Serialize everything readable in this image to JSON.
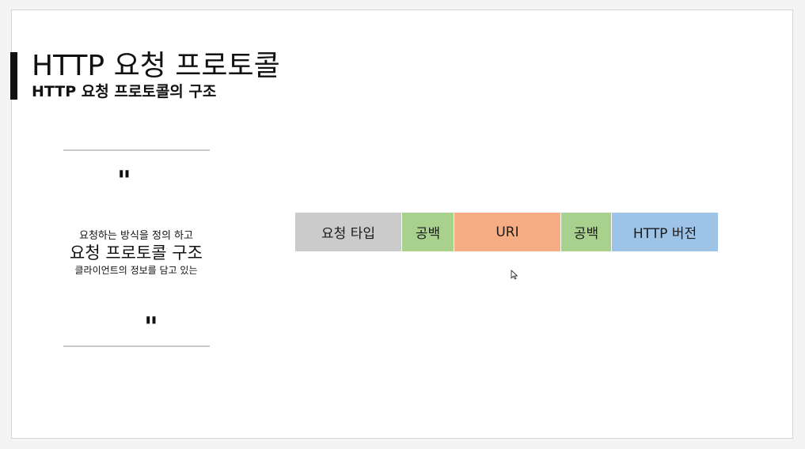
{
  "slide": {
    "title": "HTTP 요청 프로토콜",
    "subtitle": "HTTP 요청 프로토콜의 구조"
  },
  "quote": {
    "open_mark": "\"",
    "close_mark": "\"",
    "line_1": "요청하는 방식을 정의 하고",
    "line_2": "요청 프로토콜 구조",
    "line_3": "클라이언트의 정보를 담고 있는"
  },
  "structure": {
    "segments": [
      {
        "label": "요청 타입",
        "color": "#cbcbcb"
      },
      {
        "label": "공백",
        "color": "#a9d18e"
      },
      {
        "label": "URI",
        "color": "#f7ad83"
      },
      {
        "label": "공백",
        "color": "#a9d18e"
      },
      {
        "label": "HTTP 버전",
        "color": "#9dc3e6"
      }
    ]
  },
  "colors": {
    "title_bar": "#111111",
    "rule": "#c9c9c9"
  },
  "icons": {
    "pointer": "mouse-pointer-icon"
  }
}
